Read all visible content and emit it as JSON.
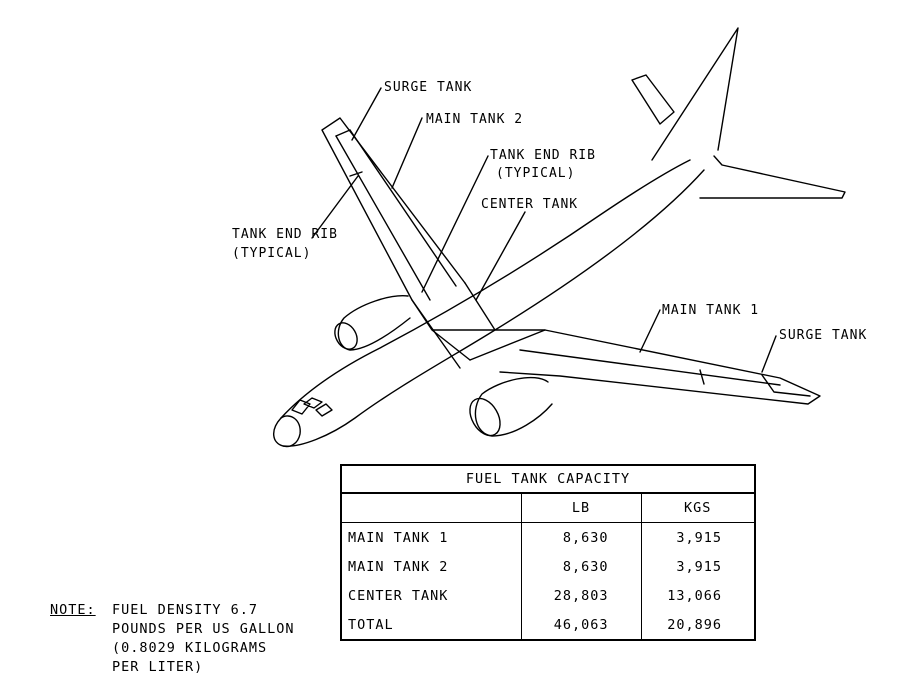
{
  "labels": {
    "surge_tank_left": "SURGE TANK",
    "main_tank_2": "MAIN TANK 2",
    "tank_end_rib_right": [
      "TANK END RIB",
      "(TYPICAL)"
    ],
    "center_tank": "CENTER TANK",
    "tank_end_rib_left": [
      "TANK END RIB",
      "(TYPICAL)"
    ],
    "main_tank_1": "MAIN TANK 1",
    "surge_tank_right": "SURGE TANK"
  },
  "table": {
    "title": "FUEL TANK CAPACITY",
    "columns": [
      "",
      "LB",
      "KGS"
    ],
    "rows": [
      {
        "name": "MAIN TANK 1",
        "lb": "8,630",
        "kgs": "3,915"
      },
      {
        "name": "MAIN TANK 2",
        "lb": "8,630",
        "kgs": "3,915"
      },
      {
        "name": "CENTER TANK",
        "lb": "28,803",
        "kgs": "13,066"
      },
      {
        "name": "TOTAL",
        "lb": "46,063",
        "kgs": "20,896"
      }
    ]
  },
  "note": {
    "label": "NOTE:",
    "lines": [
      "FUEL DENSITY 6.7",
      "POUNDS PER US GALLON",
      "(0.8029 KILOGRAMS",
      "PER LITER)"
    ]
  }
}
